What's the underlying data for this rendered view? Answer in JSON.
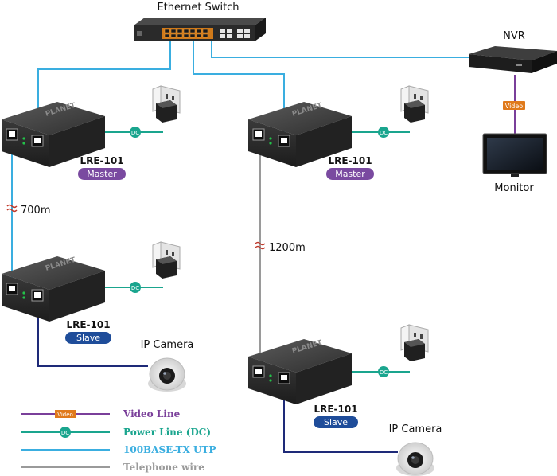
{
  "colors": {
    "video": "#7a3f9a",
    "power": "#1aa58e",
    "utp": "#3aaee0",
    "telephone": "#9a9a9a",
    "camera_cable": "#1e2a78",
    "master_pill": "#7a4aa0",
    "slave_pill": "#1f4d9a",
    "video_badge": "#e07a1c"
  },
  "devices": {
    "switch": {
      "label": "Ethernet Switch"
    },
    "nvr": {
      "label": "NVR"
    },
    "monitor": {
      "label": "Monitor"
    },
    "video_badge": "Video",
    "lre_master_1": {
      "model": "LRE-101",
      "role": "Master"
    },
    "lre_master_2": {
      "model": "LRE-101",
      "role": "Master"
    },
    "lre_slave_1": {
      "model": "LRE-101",
      "role": "Slave"
    },
    "lre_slave_2": {
      "model": "LRE-101",
      "role": "Slave"
    },
    "brand": "PLANET",
    "camera_1": {
      "label": "IP Camera"
    },
    "camera_2": {
      "label": "IP Camera"
    },
    "dc_badge": "DC"
  },
  "links": {
    "distance_1": "700m",
    "distance_2": "1200m"
  },
  "legend": [
    {
      "badge": "Video",
      "label": "Video Line",
      "kind": "video"
    },
    {
      "badge": "DC",
      "label": "Power Line (DC)",
      "kind": "power"
    },
    {
      "badge": "",
      "label": "100BASE-TX UTP",
      "kind": "utp"
    },
    {
      "badge": "",
      "label": "Telephone wire",
      "kind": "telephone"
    }
  ]
}
